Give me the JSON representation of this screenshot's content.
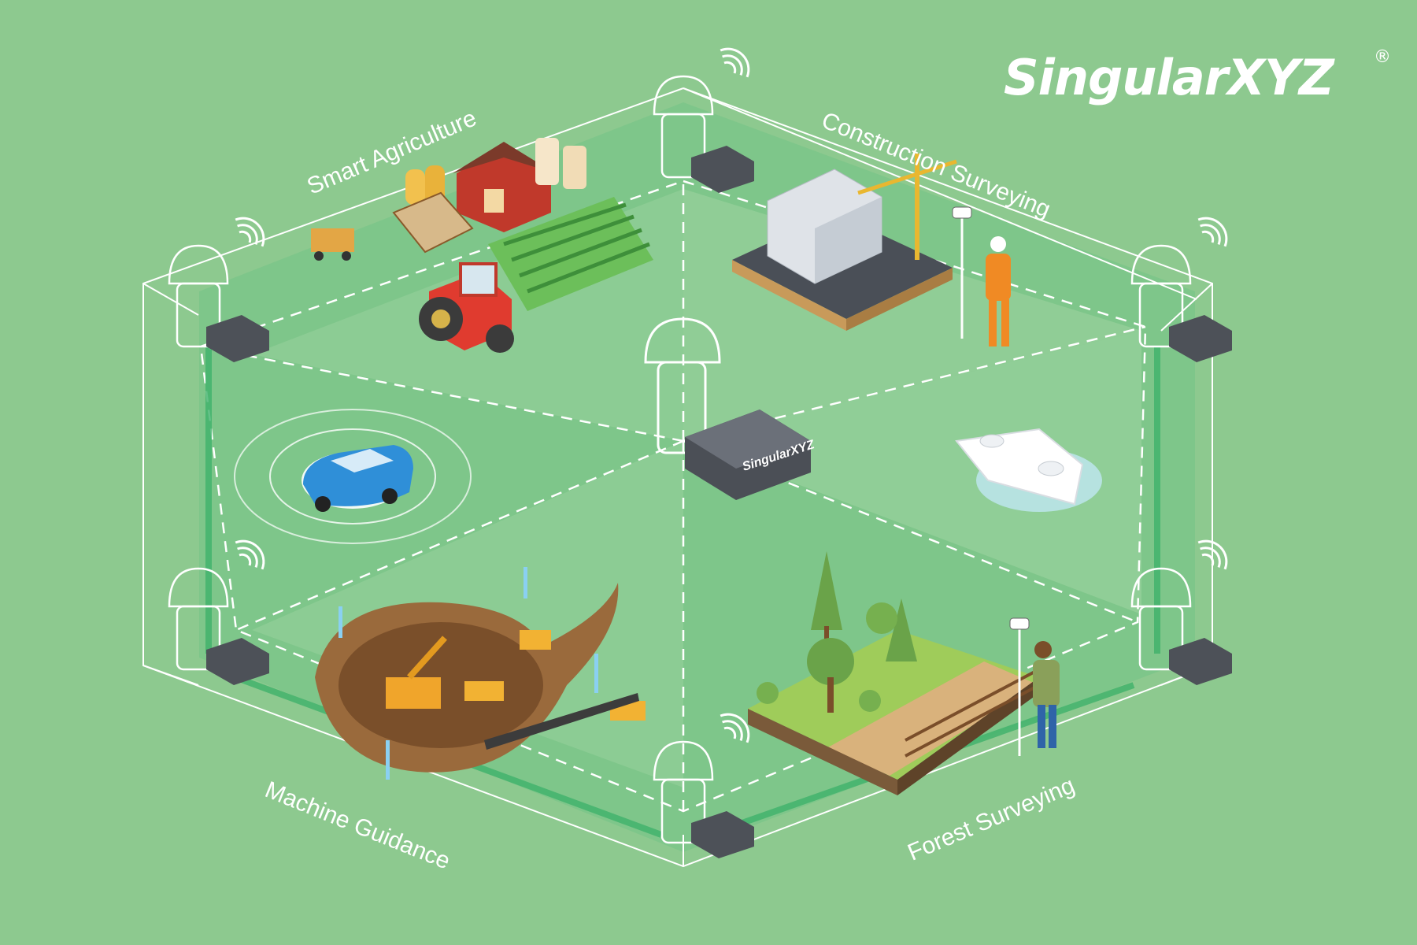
{
  "brand": {
    "name_part1": "Singular",
    "name_part2": "XYZ",
    "registered_mark": "®"
  },
  "sectors": [
    {
      "id": "agriculture",
      "label": "Smart Agriculture"
    },
    {
      "id": "construction",
      "label": "Construction Surveying"
    },
    {
      "id": "machine",
      "label": "Machine Guidance"
    },
    {
      "id": "forest",
      "label": "Forest Surveying"
    }
  ],
  "device": {
    "brand_text": "SingularXYZ"
  },
  "colors": {
    "background": "#8dc98f",
    "field": "#7cc48a",
    "field_light": "#a6d8a6",
    "line": "#ffffff",
    "accent_green": "#3fb26a"
  },
  "icons": [
    "antenna-dome-icon",
    "receiver-box-icon",
    "wifi-signal-icon",
    "tractor-icon",
    "barn-icon",
    "car-icon",
    "boat-icon",
    "building-crane-icon",
    "surveyor-icon",
    "excavator-icon",
    "tree-icon"
  ]
}
